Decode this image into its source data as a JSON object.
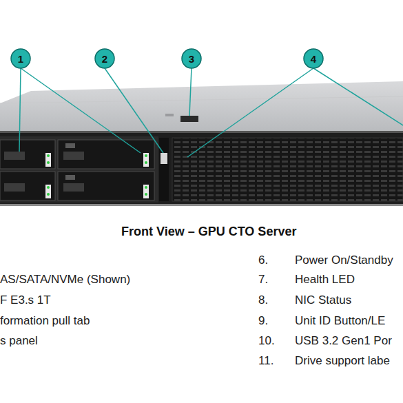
{
  "diagram": {
    "title": "Front View – GPU CTO Server",
    "nodes": [
      {
        "text": [
          "1"
        ]
      },
      {
        "text": [
          "2"
        ]
      },
      {
        "text": [
          "3"
        ]
      },
      {
        "text": [
          "4"
        ]
      }
    ],
    "labels": [
      "6.",
      "Power On/Standby",
      "AS/SATA/NVMe (Shown)",
      "7.",
      "Health LED",
      "F E3.s 1T",
      "8.",
      "NIC Status",
      "formation pull tab",
      "9.",
      "Unit ID Button/LE",
      "s panel",
      "10.",
      "USB 3.2 Gen1 Por",
      "11.",
      "Drive support labe"
    ]
  }
}
